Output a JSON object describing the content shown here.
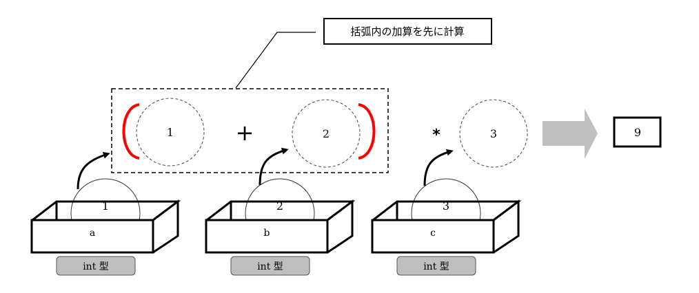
{
  "callout": {
    "text": "括弧内の加算を先に計算"
  },
  "expression": {
    "open_paren": "(",
    "close_paren": ")",
    "operand1": "1",
    "operator_plus": "+",
    "operand2": "2",
    "operator_mult": "*",
    "operand3": "3"
  },
  "result": {
    "value": "9"
  },
  "variables": [
    {
      "name": "a",
      "value": "1",
      "type": "int 型"
    },
    {
      "name": "b",
      "value": "2",
      "type": "int 型"
    },
    {
      "name": "c",
      "value": "3",
      "type": "int 型"
    }
  ],
  "colors": {
    "paren": "#ff0000",
    "arrow_fill": "#c0c0c0",
    "type_badge_fill": "#bfbfbf"
  }
}
